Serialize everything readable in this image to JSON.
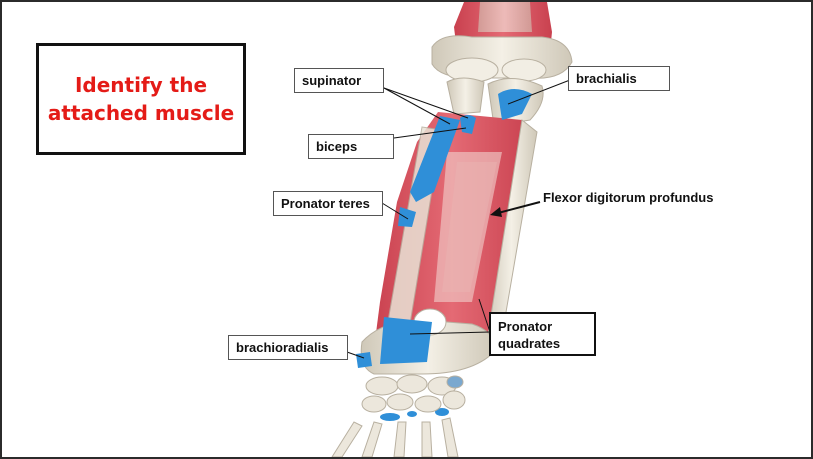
{
  "title": {
    "line1": "Identify the",
    "line2": "attached muscle"
  },
  "labels": {
    "supinator": "supinator",
    "biceps": "biceps",
    "brachialis": "brachialis",
    "pronator_teres": "Pronator teres",
    "flexor_digitorum_profundus": "Flexor digitorum profundus",
    "brachioradialis": "brachioradialis",
    "pronator_quadrates_line1": "Pronator",
    "pronator_quadrates_line2": "quadrates"
  },
  "colors": {
    "title": "#e41b17",
    "muscle": "#dd5b66",
    "attachment": "#2f8fd8",
    "bone": "#ebe6da"
  },
  "icons": [
    "arrow-icon"
  ]
}
